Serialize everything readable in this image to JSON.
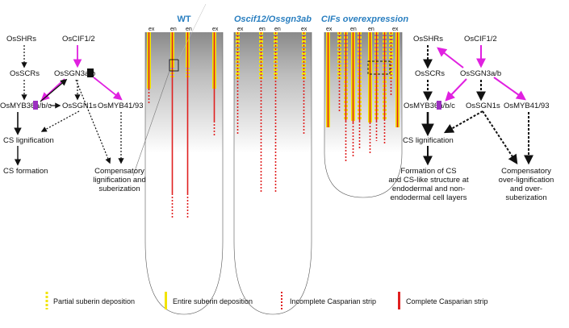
{
  "left_network": {
    "oshrs": "OsSHRs",
    "oscif": "OsCIF1/2",
    "osscrs": "OsSCRs",
    "ossgn3": "OsSGN3a/b",
    "osmyb36": "OsMYB36a/b/c",
    "ossgn1": "OsSGN1s",
    "osmyb41": "OsMYB41/93",
    "cs_lig": "CS lignification",
    "cs_form": "CS formation",
    "comp_1": "Compensatory",
    "comp_2": "lignification and",
    "comp_3": "suberization"
  },
  "right_network": {
    "oshrs": "OsSHRs",
    "oscif": "OsCIF1/2",
    "osscrs": "OsSCRs",
    "ossgn3": "OsSGN3a/b",
    "osmyb36": "OsMYB36a/b/c",
    "ossgn1": "OsSGN1s",
    "osmyb41": "OsMYB41/93",
    "cs_lig": "CS lignification",
    "form_1": "Formation of CS",
    "form_2": "and CS-like structure at",
    "form_3": "endodermal and non-",
    "form_4": "endodermal cell layers",
    "comp_1": "Compensatory",
    "comp_2": "over-lignification",
    "comp_3": "and over-",
    "comp_4": "suberization"
  },
  "panels": {
    "wt": "WT",
    "mutant": "Oscif12/Ossgn3ab",
    "overexpression": "CIFs overexpression"
  },
  "column_labels": {
    "ex": "ex",
    "en": "en"
  },
  "legend": {
    "partial": "Partial suberin deposition",
    "entire": "Entire suberin deposition",
    "incomplete": "Incomplete Casparian strip",
    "complete": "Complete Casparian strip"
  },
  "colors": {
    "magenta": "#e020e0",
    "purple_box": "#9b30c0",
    "yellow": "#f2e400",
    "red": "#e02020",
    "title_blue": "#2a7fc0",
    "black": "#111111"
  }
}
